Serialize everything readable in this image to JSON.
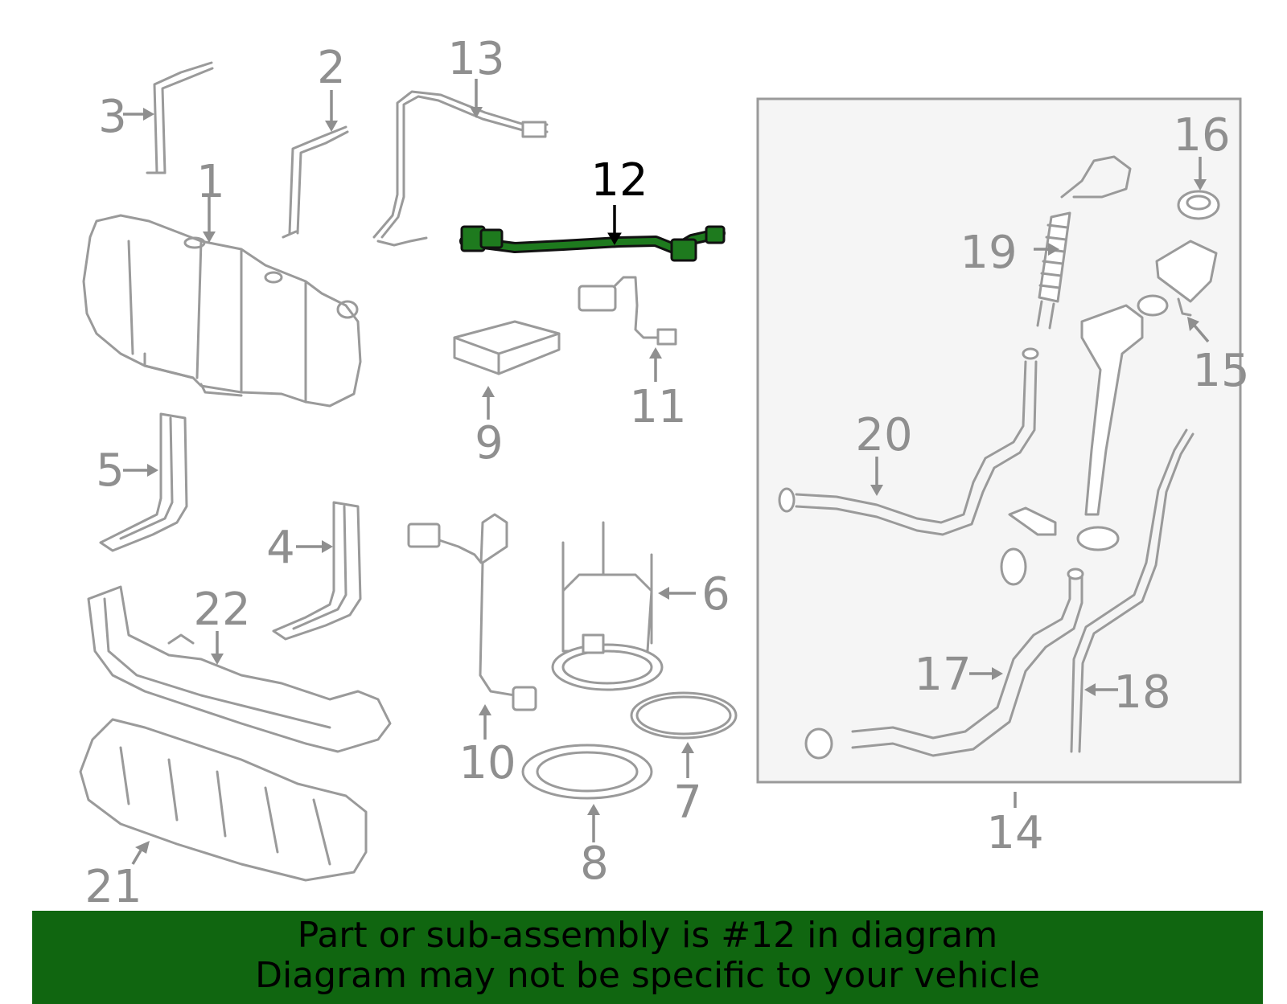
{
  "highlighted_part": "12",
  "callouts": [
    {
      "id": "1",
      "label": "1"
    },
    {
      "id": "2",
      "label": "2"
    },
    {
      "id": "3",
      "label": "3"
    },
    {
      "id": "4",
      "label": "4"
    },
    {
      "id": "5",
      "label": "5"
    },
    {
      "id": "6",
      "label": "6"
    },
    {
      "id": "7",
      "label": "7"
    },
    {
      "id": "8",
      "label": "8"
    },
    {
      "id": "9",
      "label": "9"
    },
    {
      "id": "10",
      "label": "10"
    },
    {
      "id": "11",
      "label": "11"
    },
    {
      "id": "12",
      "label": "12"
    },
    {
      "id": "13",
      "label": "13"
    },
    {
      "id": "14",
      "label": "14"
    },
    {
      "id": "15",
      "label": "15"
    },
    {
      "id": "16",
      "label": "16"
    },
    {
      "id": "17",
      "label": "17"
    },
    {
      "id": "18",
      "label": "18"
    },
    {
      "id": "19",
      "label": "19"
    },
    {
      "id": "20",
      "label": "20"
    },
    {
      "id": "21",
      "label": "21"
    },
    {
      "id": "22",
      "label": "22"
    }
  ],
  "colors": {
    "highlight": "#1e7a1e",
    "banner": "#106610",
    "line": "#9a9a9a",
    "label": "#8f8f8f",
    "inset_background": "#f5f5f5"
  },
  "banner": {
    "line1": "Part or sub-assembly is #12 in diagram",
    "line2": "Diagram may not be specific to your vehicle"
  }
}
